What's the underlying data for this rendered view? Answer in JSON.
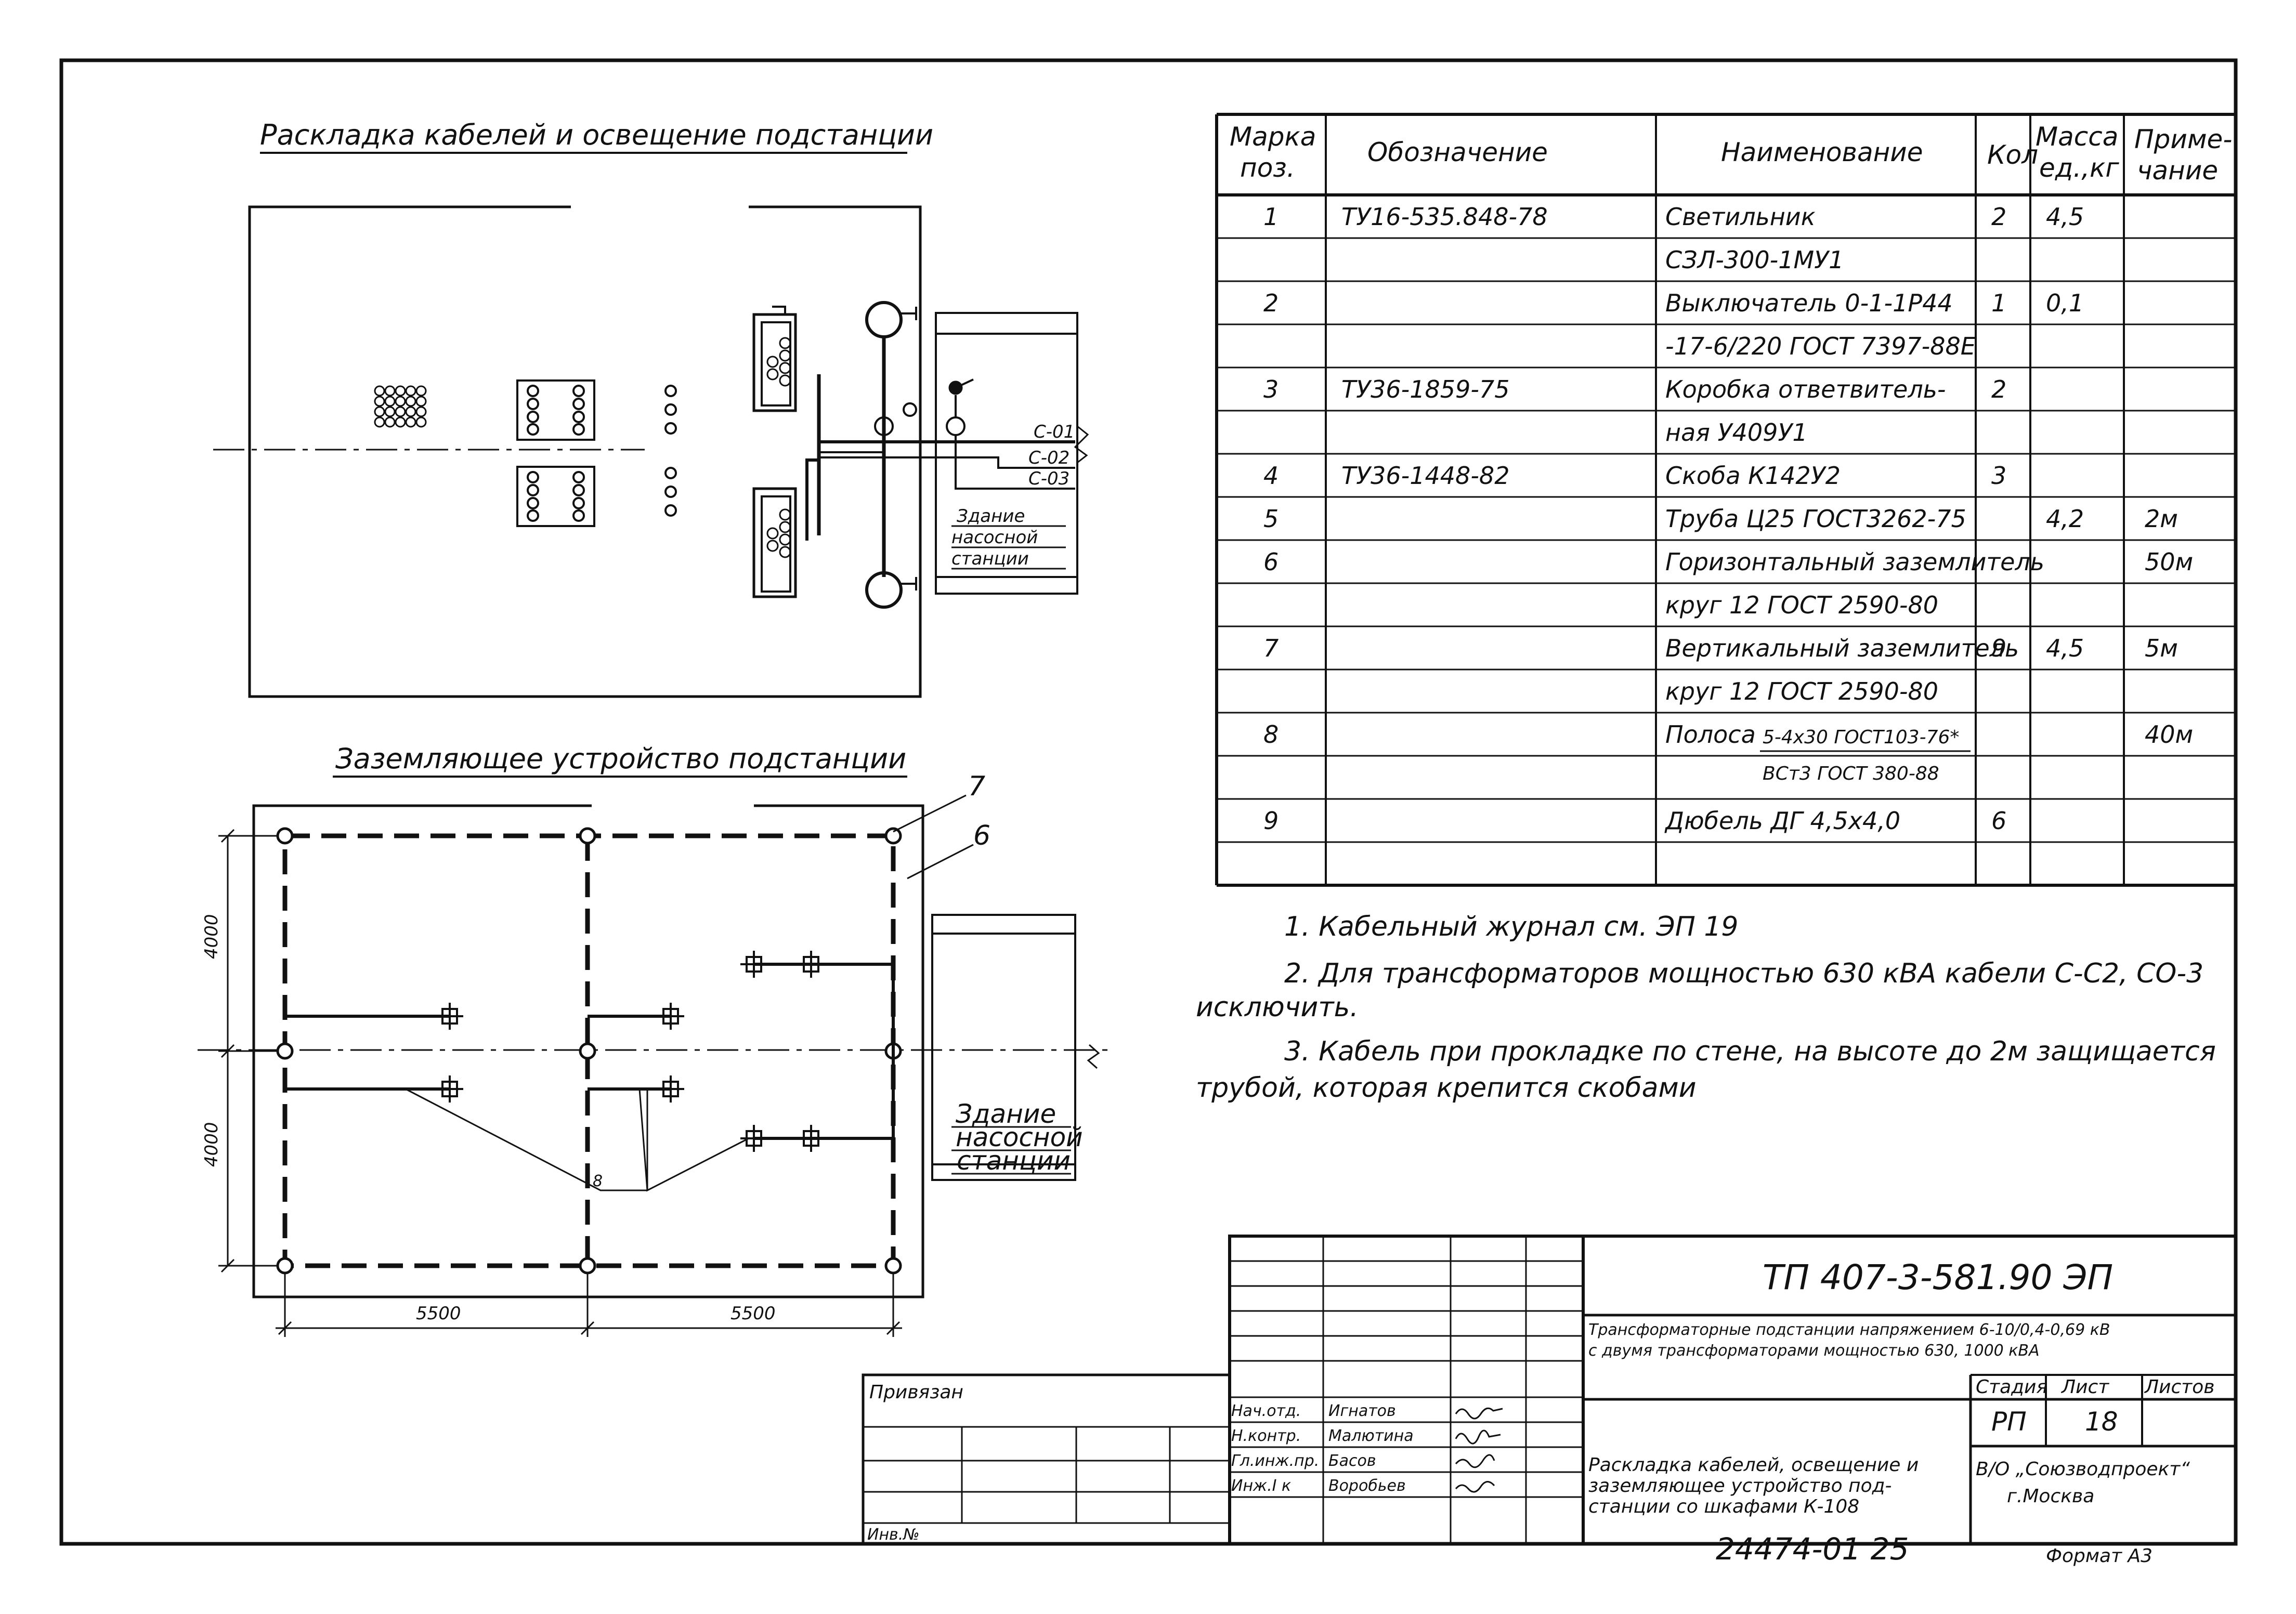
{
  "titles": {
    "plan_top": "Раскладка кабелей и освещение подстанции",
    "plan_bottom": "Заземляющее устройство подстанции"
  },
  "plan_top": {
    "cables": [
      "С-01",
      "С-02",
      "С-03"
    ],
    "building": [
      "Здание",
      "насосной",
      "станции"
    ]
  },
  "plan_bottom": {
    "dims_vertical": [
      "4000",
      "4000"
    ],
    "dims_horizontal": [
      "5500",
      "5500"
    ],
    "callouts": [
      "7",
      "6"
    ],
    "node_label": "8",
    "building": [
      "Здание",
      "насосной",
      "станции"
    ]
  },
  "spec_table": {
    "headers": {
      "mark": [
        "Марка",
        "поз."
      ],
      "designation": "Обозначение",
      "name": "Наименование",
      "qty": "Кол",
      "mass": [
        "Масса",
        "ед.,кг"
      ],
      "note": [
        "Приме-",
        "чание"
      ]
    },
    "rows": [
      {
        "pos": "1",
        "designation": "ТУ16-535.848-78",
        "name": "Светильник",
        "qty": "2",
        "mass": "4,5",
        "note": ""
      },
      {
        "pos": "",
        "designation": "",
        "name": "СЗЛ-300-1МУ1",
        "qty": "",
        "mass": "",
        "note": ""
      },
      {
        "pos": "2",
        "designation": "",
        "name": "Выключатель 0-1-1Р44",
        "qty": "1",
        "mass": "0,1",
        "note": ""
      },
      {
        "pos": "",
        "designation": "",
        "name": "-17-6/220 ГОСТ 7397-88Е",
        "qty": "",
        "mass": "",
        "note": ""
      },
      {
        "pos": "3",
        "designation": "ТУ36-1859-75",
        "name": "Коробка ответвитель-",
        "qty": "2",
        "mass": "",
        "note": ""
      },
      {
        "pos": "",
        "designation": "",
        "name": "ная У409У1",
        "qty": "",
        "mass": "",
        "note": ""
      },
      {
        "pos": "4",
        "designation": "ТУ36-1448-82",
        "name": "Скоба К142У2",
        "qty": "3",
        "mass": "",
        "note": ""
      },
      {
        "pos": "5",
        "designation": "",
        "name": "Труба Ц25 ГОСТ3262-75",
        "qty": "",
        "mass": "4,2",
        "note": "2м"
      },
      {
        "pos": "6",
        "designation": "",
        "name": "Горизонтальный заземлитель",
        "qty": "",
        "mass": "",
        "note": "50м"
      },
      {
        "pos": "",
        "designation": "",
        "name": "круг 12 ГОСТ 2590-80",
        "qty": "",
        "mass": "",
        "note": ""
      },
      {
        "pos": "7",
        "designation": "",
        "name": "Вертикальный заземлитель",
        "qty": "9",
        "mass": "4,5",
        "note": "5м"
      },
      {
        "pos": "",
        "designation": "",
        "name": "круг 12 ГОСТ 2590-80",
        "qty": "",
        "mass": "",
        "note": ""
      },
      {
        "pos": "8",
        "designation": "",
        "name": "Полоса",
        "qty": "",
        "mass": "",
        "note": "40м"
      },
      {
        "pos": "",
        "designation": "",
        "name": "",
        "qty": "",
        "mass": "",
        "note": ""
      },
      {
        "pos": "9",
        "designation": "",
        "name": "Дюбель ДГ 4,5x4,0",
        "qty": "6",
        "mass": "",
        "note": ""
      },
      {
        "pos": "",
        "designation": "",
        "name": "",
        "qty": "",
        "mass": "",
        "note": ""
      }
    ],
    "strip_fraction": {
      "top": "5-4x30 ГОСТ103-76*",
      "bottom": "ВСт3 ГОСТ 380-88"
    }
  },
  "notes": [
    "1. Кабельный журнал см. ЭП 19",
    "2. Для трансформаторов мощностью 630 кВА кабели С-С2, СО-3",
    "исключить.",
    "3. Кабель при прокладке по стене, на высоте до 2м защищается",
    "трубой, которая крепится скобами"
  ],
  "title_block": {
    "code": "ТП 407-3-581.90 ЭП",
    "project_title": [
      "Трансформаторные подстанции напряжением 6-10/0,4-0,69 кВ",
      "с двумя трансформаторами мощностью 630, 1000 кВА"
    ],
    "sheet_title": [
      "Раскладка кабелей, освещение и",
      "заземляющее устройство под-",
      "станции со шкафами К-108"
    ],
    "organization": [
      "В/О „Союзводпроект“",
      "г.Москва"
    ],
    "stage_label": "Стадия",
    "sheet_label": "Лист",
    "sheets_label": "Листов",
    "stage": "РП",
    "sheet": "18",
    "roles": [
      "Нач.отд.",
      "Н.контр.",
      "Гл.инж.пр.",
      "Инж.I к"
    ],
    "names": [
      "Игнатов",
      "Малютина",
      "Басов",
      "Воробьев"
    ],
    "bound_label": "Привязан",
    "inv_label": "Инв.№",
    "number": "24474-01   25",
    "format": "Формат А3"
  }
}
